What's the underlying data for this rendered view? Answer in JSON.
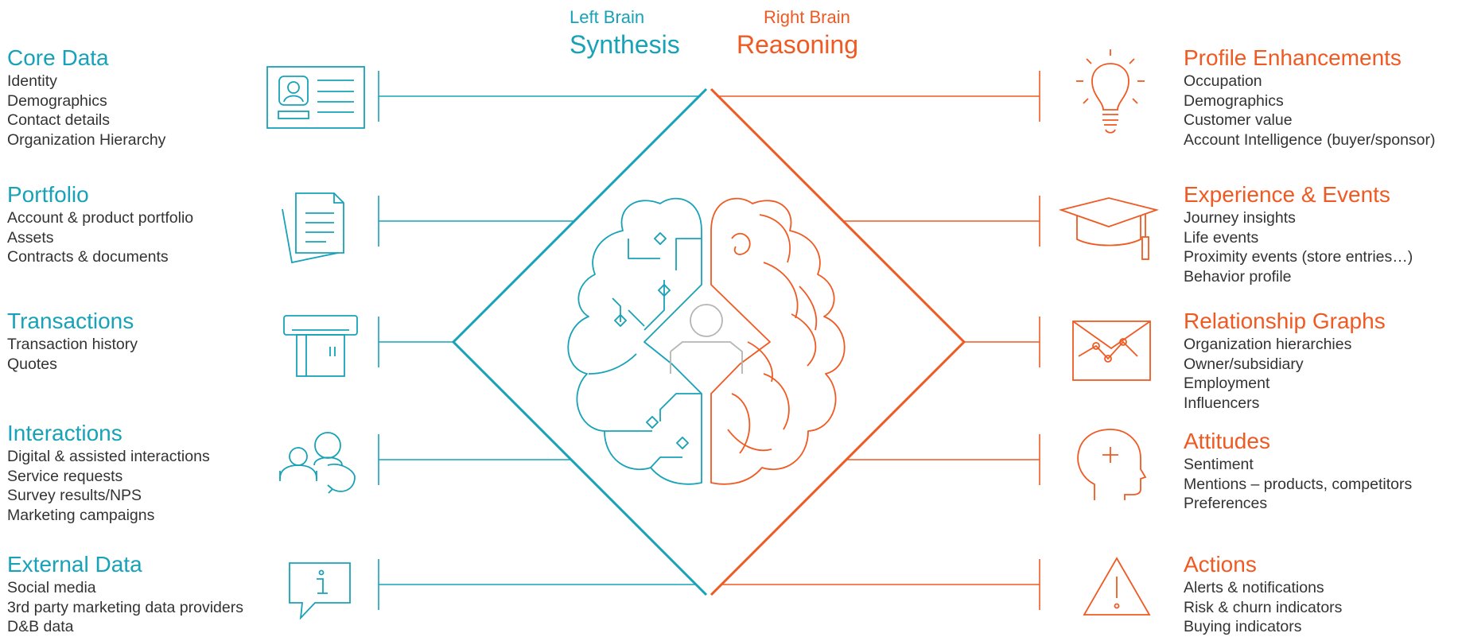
{
  "headers": {
    "left_small": "Left Brain",
    "left_big": "Synthesis",
    "right_small": "Right Brain",
    "right_big": "Reasoning"
  },
  "colors": {
    "teal": "#17A2B8",
    "orange": "#F05A22",
    "text": "#333333",
    "gray": "#B5B5B5"
  },
  "left": [
    {
      "title": "Core Data",
      "icon": "id-card-icon",
      "items": [
        "Identity",
        "Demographics",
        "Contact details",
        "Organization Hierarchy"
      ]
    },
    {
      "title": "Portfolio",
      "icon": "documents-icon",
      "items": [
        "Account & product portfolio",
        "Assets",
        "Contracts & documents"
      ]
    },
    {
      "title": "Transactions",
      "icon": "card-reader-icon",
      "items": [
        "Transaction history",
        "Quotes"
      ]
    },
    {
      "title": "Interactions",
      "icon": "people-interaction-icon",
      "items": [
        "Digital & assisted interactions",
        "Service requests",
        "Survey results/NPS",
        "Marketing campaigns"
      ]
    },
    {
      "title": "External Data",
      "icon": "info-bubble-icon",
      "items": [
        "Social media",
        "3rd party marketing data providers",
        "D&B data"
      ]
    }
  ],
  "right": [
    {
      "title": "Profile Enhancements",
      "icon": "lightbulb-icon",
      "items": [
        "Occupation",
        "Demographics",
        "Customer value",
        "Account Intelligence (buyer/sponsor)"
      ]
    },
    {
      "title": "Experience & Events",
      "icon": "graduation-cap-icon",
      "items": [
        "Journey insights",
        "Life events",
        "Proximity events (store entries…)",
        "Behavior profile"
      ]
    },
    {
      "title": "Relationship Graphs",
      "icon": "envelope-graph-icon",
      "items": [
        "Organization hierarchies",
        "Owner/subsidiary",
        "Employment",
        "Influencers"
      ]
    },
    {
      "title": "Attitudes",
      "icon": "head-plus-icon",
      "items": [
        "Sentiment",
        "Mentions – products, competitors",
        "Preferences"
      ]
    },
    {
      "title": "Actions",
      "icon": "warning-triangle-icon",
      "items": [
        "Alerts & notifications",
        "Risk & churn indicators",
        "Buying indicators"
      ]
    }
  ]
}
